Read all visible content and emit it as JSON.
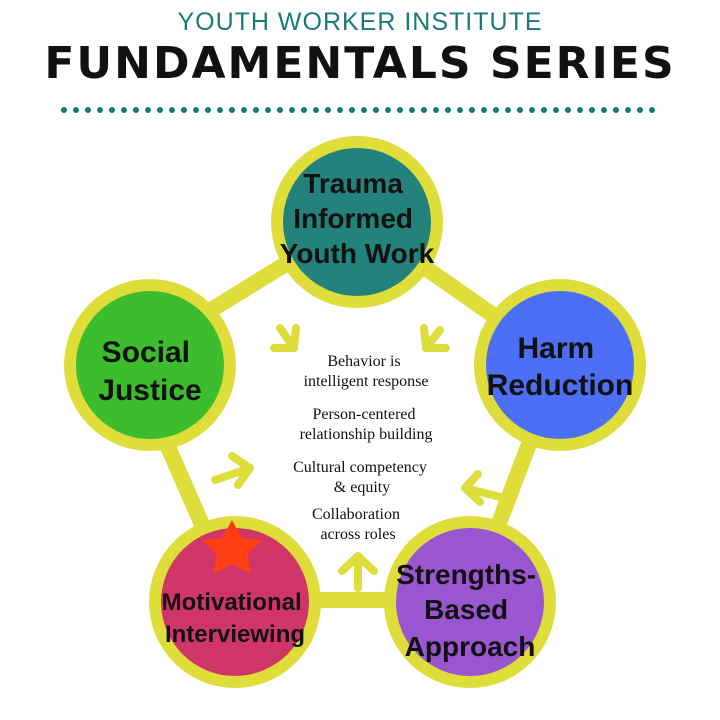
{
  "header": {
    "subtitle": "YOUTH WORKER INSTITUTE",
    "title": "FUNDAMENTALS SERIES"
  },
  "colors": {
    "ring": "#dedd3a",
    "teal": "#24827c",
    "blue": "#4c6ff5",
    "purple": "#9a55d0",
    "pink": "#cf3567",
    "green": "#3dbc2e",
    "star": "#ff3e12",
    "dots": "#1a7a78"
  },
  "nodes": [
    {
      "id": "trauma",
      "lines": [
        "Trauma",
        "Informed",
        "Youth Work"
      ]
    },
    {
      "id": "harm",
      "lines": [
        "Harm",
        "Reduction"
      ]
    },
    {
      "id": "strengths",
      "lines": [
        "Strengths-",
        "Based",
        "Approach"
      ]
    },
    {
      "id": "motivational",
      "lines": [
        "Motivational",
        "Interviewing"
      ]
    },
    {
      "id": "social",
      "lines": [
        "Social",
        "Justice"
      ]
    }
  ],
  "center": {
    "items": [
      [
        "Behavior is",
        "intelligent response"
      ],
      [
        "Person-centered",
        "relationship building"
      ],
      [
        "Cultural competency",
        "& equity"
      ],
      [
        "Collaboration",
        "across roles"
      ]
    ]
  }
}
